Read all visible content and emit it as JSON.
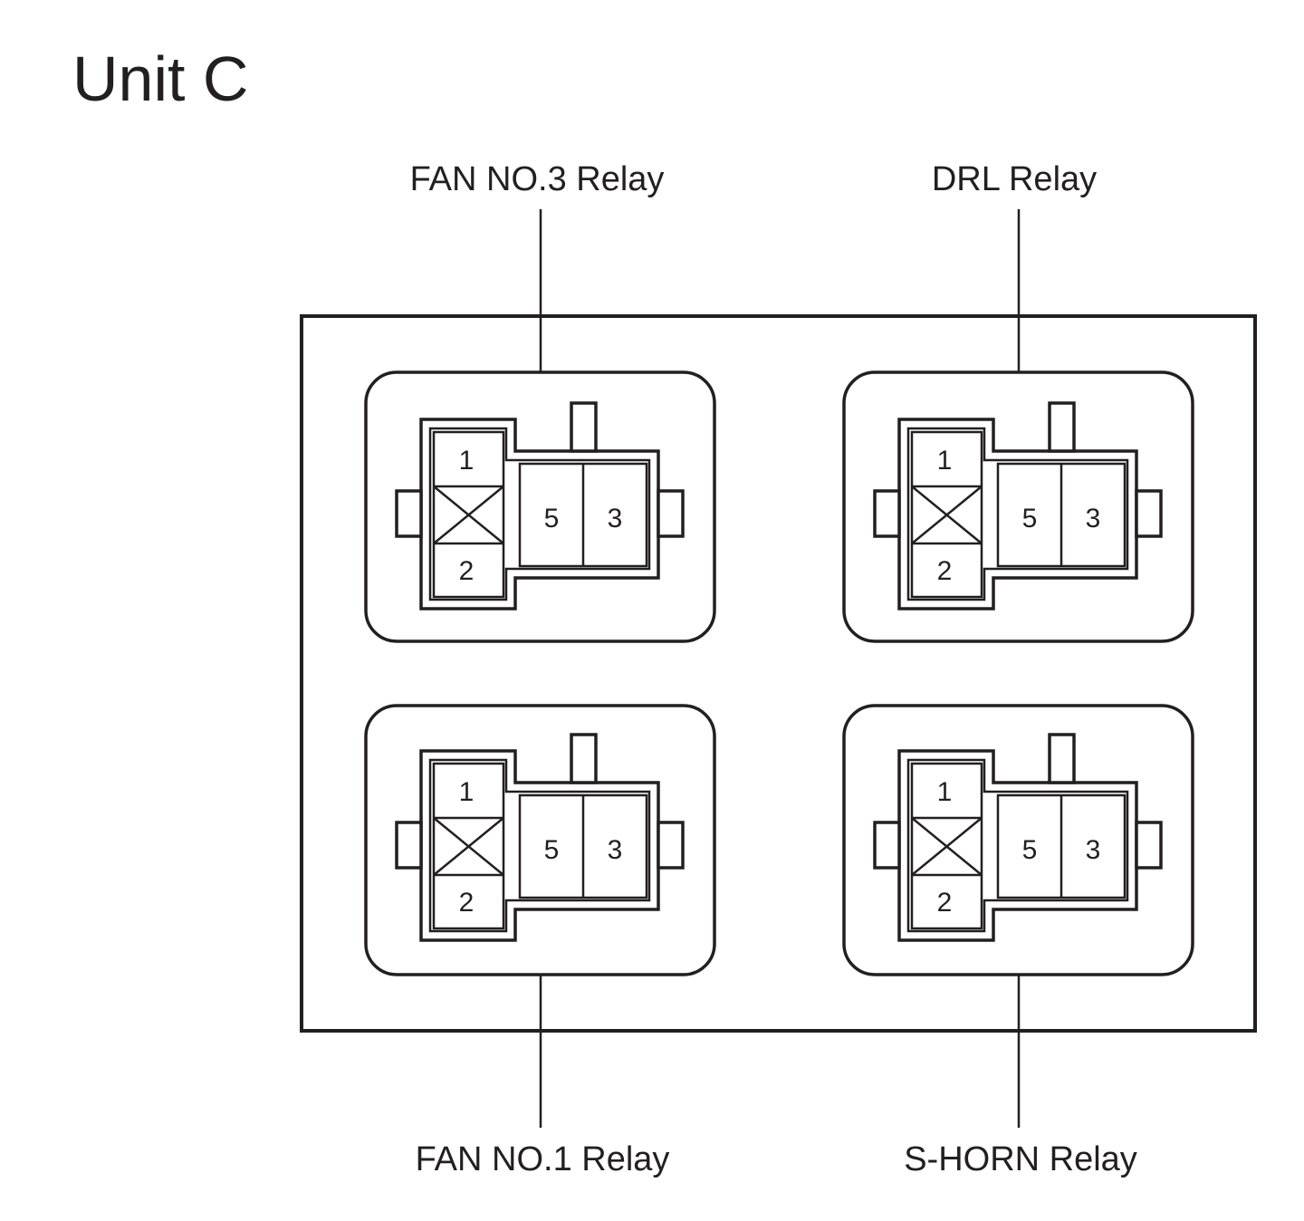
{
  "title": "Unit C",
  "relays": [
    {
      "name": "FAN NO.3 Relay",
      "terminals": [
        "1",
        "2",
        "5",
        "3"
      ]
    },
    {
      "name": "DRL Relay",
      "terminals": [
        "1",
        "2",
        "5",
        "3"
      ]
    },
    {
      "name": "FAN NO.1 Relay",
      "terminals": [
        "1",
        "2",
        "5",
        "3"
      ]
    },
    {
      "name": "S-HORN Relay",
      "terminals": [
        "1",
        "2",
        "5",
        "3"
      ]
    }
  ]
}
